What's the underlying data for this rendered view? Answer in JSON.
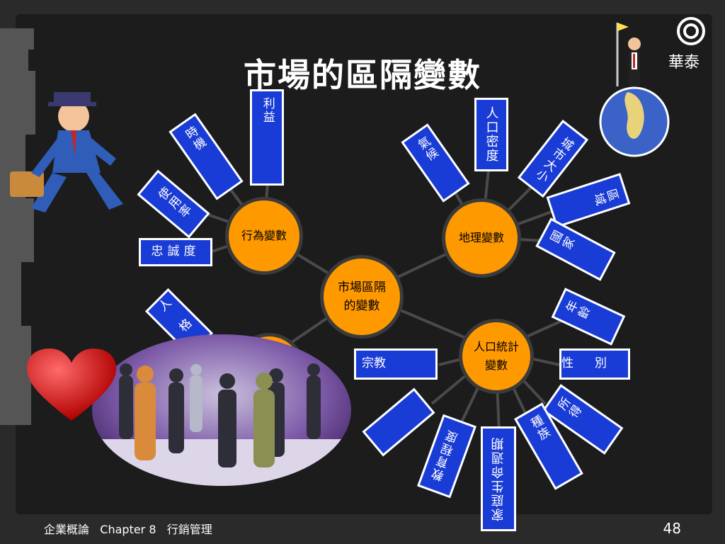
{
  "slide": {
    "title": "市場的區隔變數",
    "brand": "華泰",
    "page_number": "48"
  },
  "footer": {
    "course": "企業概論",
    "chapter": "Chapter 8",
    "topic": "行銷管理"
  },
  "hubs": {
    "center": "市場區隔\n的變數",
    "behavior": "行為變數",
    "geographic": "地理變數",
    "demographic": "人口統計\n變數",
    "psychographic": ""
  },
  "behavior_items": [
    "利益",
    "時機",
    "使用率",
    "忠誠度"
  ],
  "geographic_items": [
    "人口密度",
    "氣候",
    "城市大小",
    "區域",
    "國家"
  ],
  "demographic_items": [
    "年齡",
    "性別",
    "所得",
    "種族",
    "家庭生命週期",
    "教育程度",
    "宗教"
  ],
  "psychographic_items": [
    "人格"
  ],
  "colors": {
    "hub": "#ff9900",
    "box": "#1a3cd6",
    "background": "#2a2a2a"
  }
}
